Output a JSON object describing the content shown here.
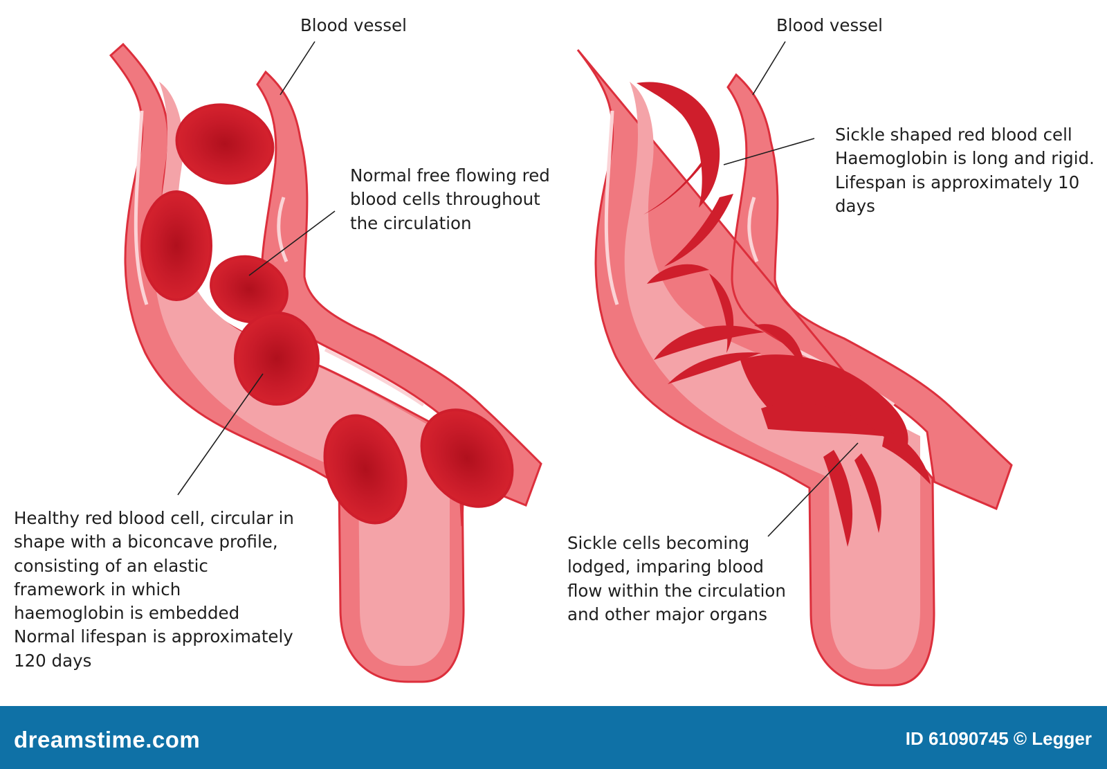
{
  "left_panel": {
    "vessel_label": "Blood vessel",
    "flow_caption": [
      "Normal free flowing red",
      "blood cells throughout",
      "the circulation"
    ],
    "healthy_caption": [
      "Healthy red blood cell, circular in",
      "shape with a biconcave profile,",
      "consisting of an elastic",
      "framework in which",
      "haemoglobin is embedded",
      "Normal lifespan is approximately",
      "120 days"
    ]
  },
  "right_panel": {
    "vessel_label": "Blood vessel",
    "sickle_caption": [
      "Sickle shaped red blood cell",
      "Haemoglobin is long and rigid.",
      "Lifespan is approximately 10",
      "days"
    ],
    "lodged_caption": [
      "Sickle cells becoming",
      "lodged, imparing blood",
      "flow within the circulation",
      "and other major organs"
    ]
  },
  "footer": {
    "logo": "dreamstime.com",
    "id_text": "ID 61090745 © Legger"
  },
  "colors": {
    "wall": "#f0787f",
    "wall_light": "#f8b3b8",
    "lumen": "#f4a3a8",
    "outline": "#dc2f3c",
    "cell": "#cf1e2c",
    "cell_dark": "#b7131f",
    "footer_bg": "#0f71a6"
  }
}
